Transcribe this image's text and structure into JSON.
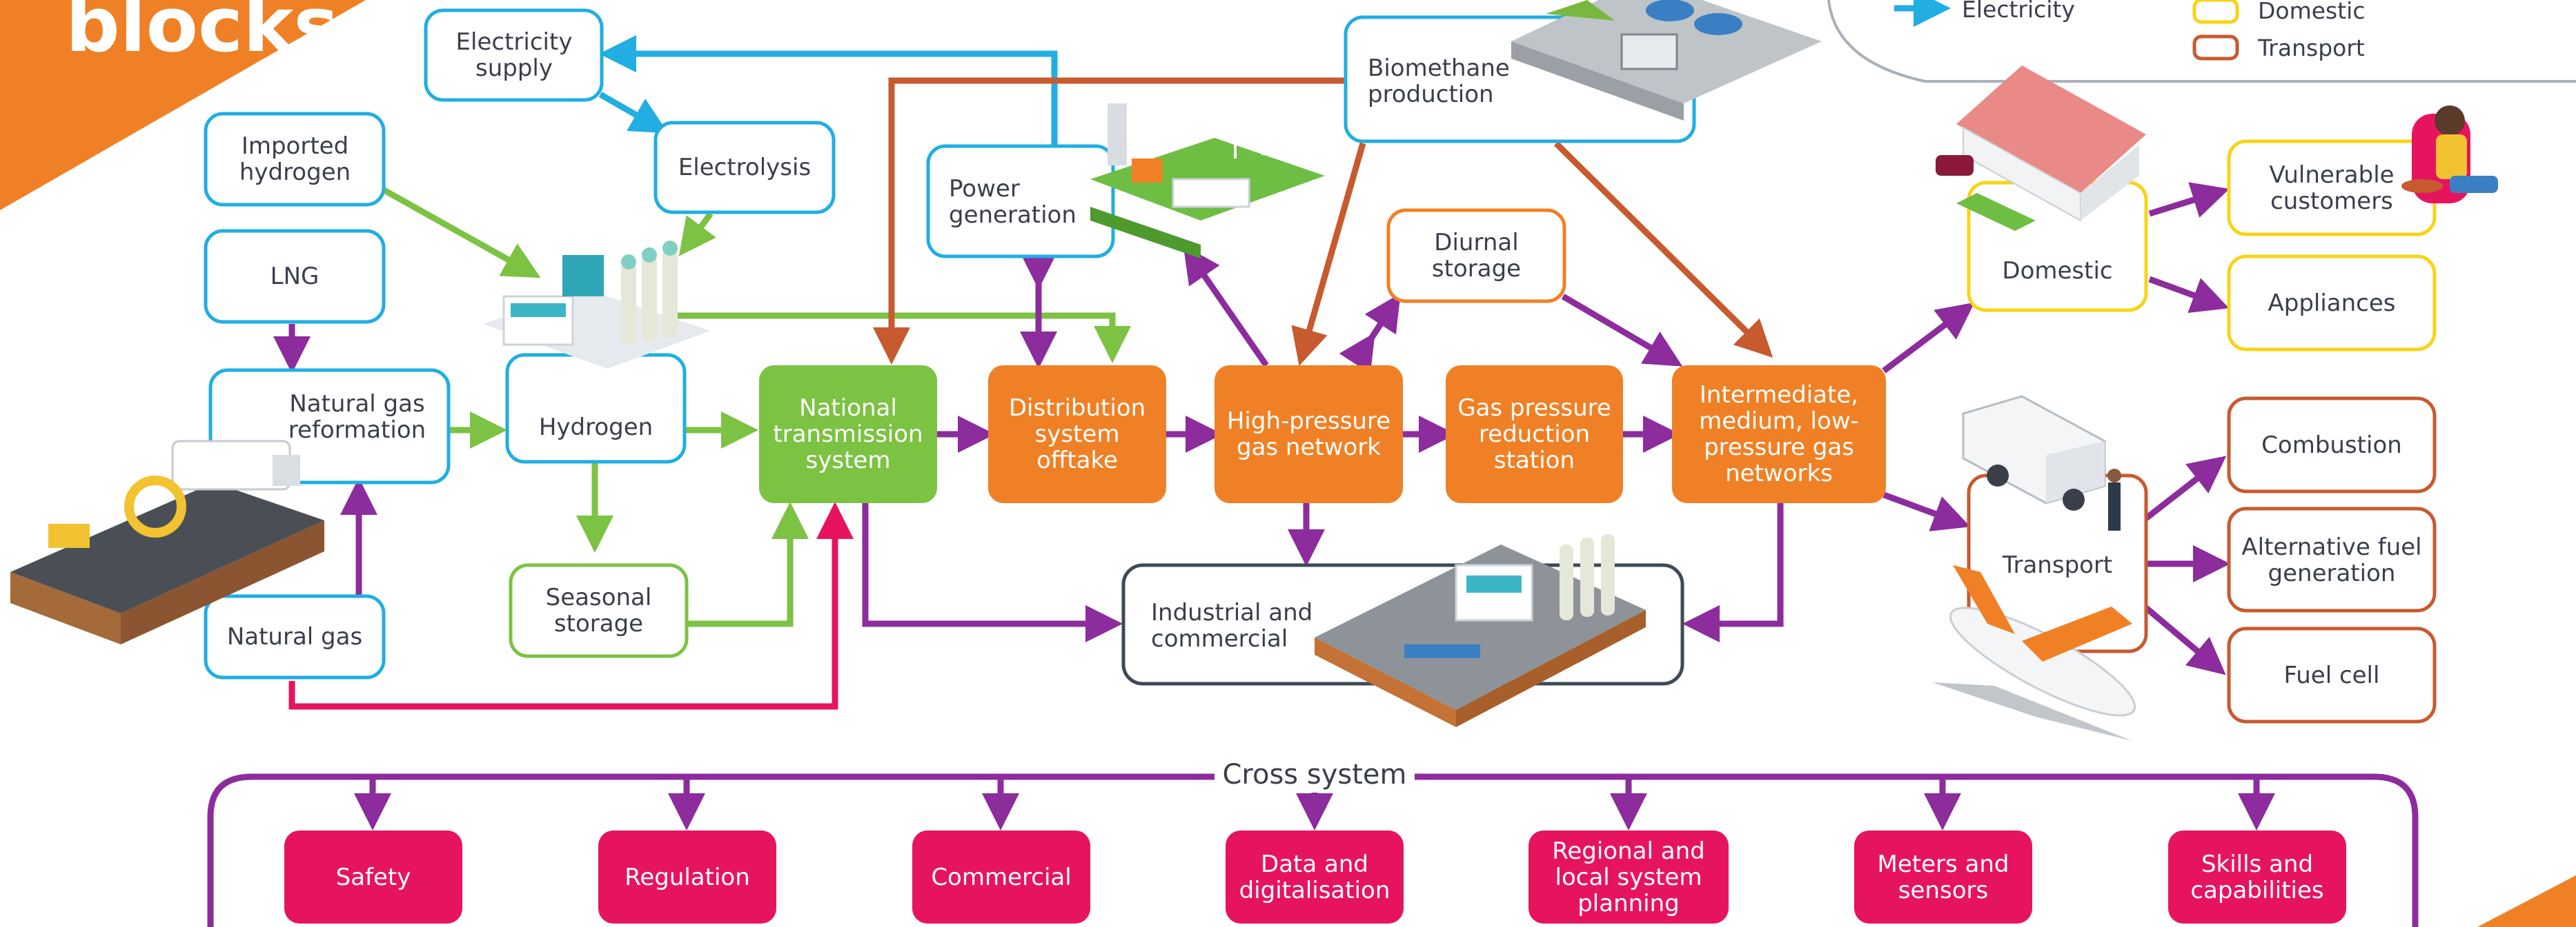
{
  "page": {
    "title": "blocks"
  },
  "colors": {
    "supply_border": "#21aee2",
    "hydrogen_green": "#7cc243",
    "orange": "#f08025",
    "purple": "#8c2c9d",
    "pink": "#e6145f",
    "brown": "#c75a2e",
    "yellow": "#f7d417",
    "dark": "#3e4a55"
  },
  "legend": {
    "electricity": "Electricity",
    "domestic": "Domestic",
    "transport": "Transport"
  },
  "nodes": {
    "electricity_supply": "Electricity supply",
    "imported_hydrogen": "Imported hydrogen",
    "electrolysis": "Electrolysis",
    "lng": "LNG",
    "natural_gas_reformation": "Natural gas reformation",
    "hydrogen": "Hydrogen",
    "natural_gas": "Natural gas",
    "seasonal_storage": "Seasonal storage",
    "national_transmission": "National transmission system",
    "distribution_offtake": "Distribution system offtake",
    "high_pressure": "High-pressure gas network",
    "gas_pressure_reduction": "Gas pressure reduction station",
    "intermediate": "Intermediate, medium, low-pressure gas networks",
    "power_generation": "Power generation",
    "biomethane": "Biomethane production",
    "diurnal_storage": "Diurnal storage",
    "industrial": "Industrial and commercial",
    "domestic": "Domestic",
    "vulnerable": "Vulnerable customers",
    "appliances": "Appliances",
    "transport": "Transport",
    "combustion": "Combustion",
    "alt_fuel": "Alternative fuel generation",
    "fuel_cell": "Fuel cell"
  },
  "cross_system": {
    "label": "Cross system",
    "items": [
      "Safety",
      "Regulation",
      "Commercial",
      "Data and digitalisation",
      "Regional and local system planning",
      "Meters and sensors",
      "Skills and capabilities"
    ]
  }
}
